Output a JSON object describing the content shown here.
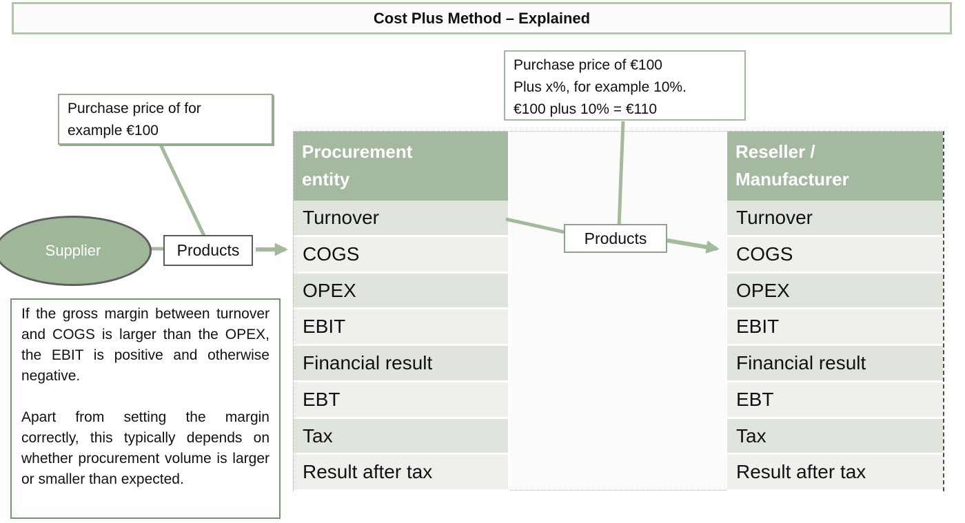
{
  "title": "Cost Plus Method – Explained",
  "callouts": {
    "left": {
      "lines": [
        "Purchase price of for",
        "example €100"
      ]
    },
    "top": {
      "lines": [
        "Purchase price of €100",
        "Plus x%, for example 10%.",
        "€100 plus 10% = €110"
      ]
    }
  },
  "supplier": {
    "label": "Supplier"
  },
  "flow": {
    "products_left_label": "Products",
    "products_middle_label": "Products"
  },
  "tables": {
    "procurement": {
      "header_lines": [
        "Procurement",
        "entity"
      ],
      "rows": [
        "Turnover",
        "COGS",
        "OPEX",
        "EBIT",
        "Financial result",
        "EBT",
        "Tax",
        "Result after tax"
      ]
    },
    "reseller": {
      "header_lines": [
        "Reseller /",
        "Manufacturer"
      ],
      "rows": [
        "Turnover",
        "COGS",
        "OPEX",
        "EBIT",
        "Financial result",
        "EBT",
        "Tax",
        "Result after tax"
      ]
    }
  },
  "note": {
    "paragraphs": [
      "If the gross margin between turnover and COGS is larger than the OPEX, the EBIT is positive and otherwise negative.",
      "Apart from setting the margin correctly, this typically depends on whether procurement volume is larger or smaller than expected."
    ]
  },
  "colors": {
    "header_green": "#a5b8a0",
    "row_dark": "#dfe5dc",
    "row_light": "#eef0eb",
    "accent_green": "#a3bb9c",
    "callout_border_green": "#94ae8f",
    "ellipse_fill": "#9db798",
    "ellipse_border": "#5e5e5e",
    "title_border": "#b2c5ad",
    "note_border": "#74946f",
    "dashed_border": "#4d4d4d"
  }
}
